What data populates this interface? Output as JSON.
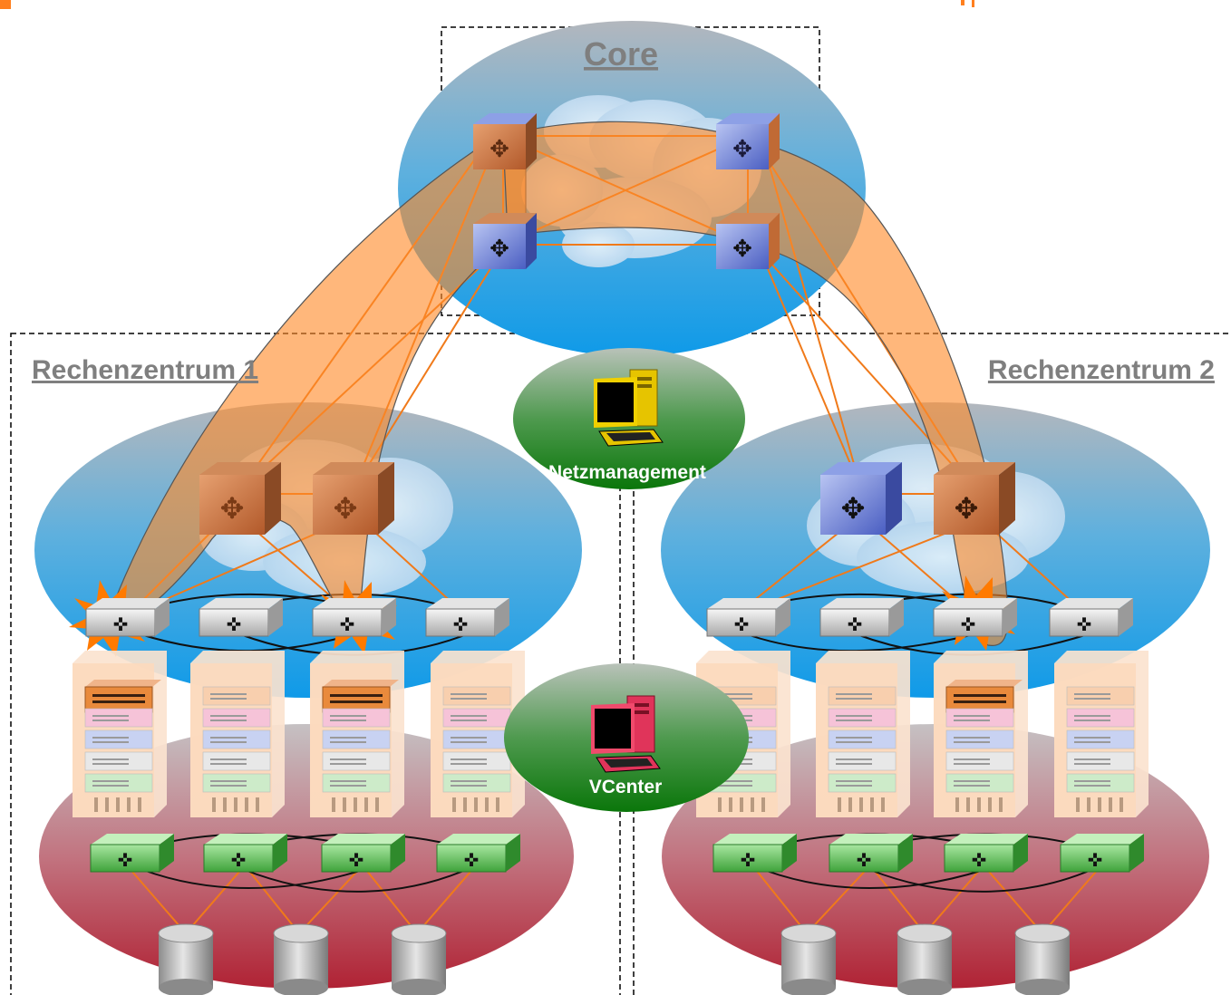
{
  "colors": {
    "accent_orange": "#ff7f1e",
    "core_blue": "#1aa3e8",
    "rz_floor_red": "#b2283a",
    "mgmt_green": "#0d7a0d",
    "label_gray": "#7f7f7f"
  },
  "zones": {
    "core": {
      "title": "Core"
    },
    "rz1": {
      "title": "Rechenzentrum 1"
    },
    "rz2": {
      "title": "Rechenzentrum 2"
    }
  },
  "management": {
    "netzmanagement": {
      "label": "Netzmanagement",
      "icon": "computer-icon"
    },
    "vcenter": {
      "label": "VCenter",
      "icon": "computer-icon"
    }
  },
  "icons": {
    "router": "router-icon",
    "switch": "switch-icon",
    "server_rack": "server-rack-icon",
    "storage": "storage-icon",
    "failure": "failure-burst-icon",
    "cloud": "cloud-icon"
  }
}
